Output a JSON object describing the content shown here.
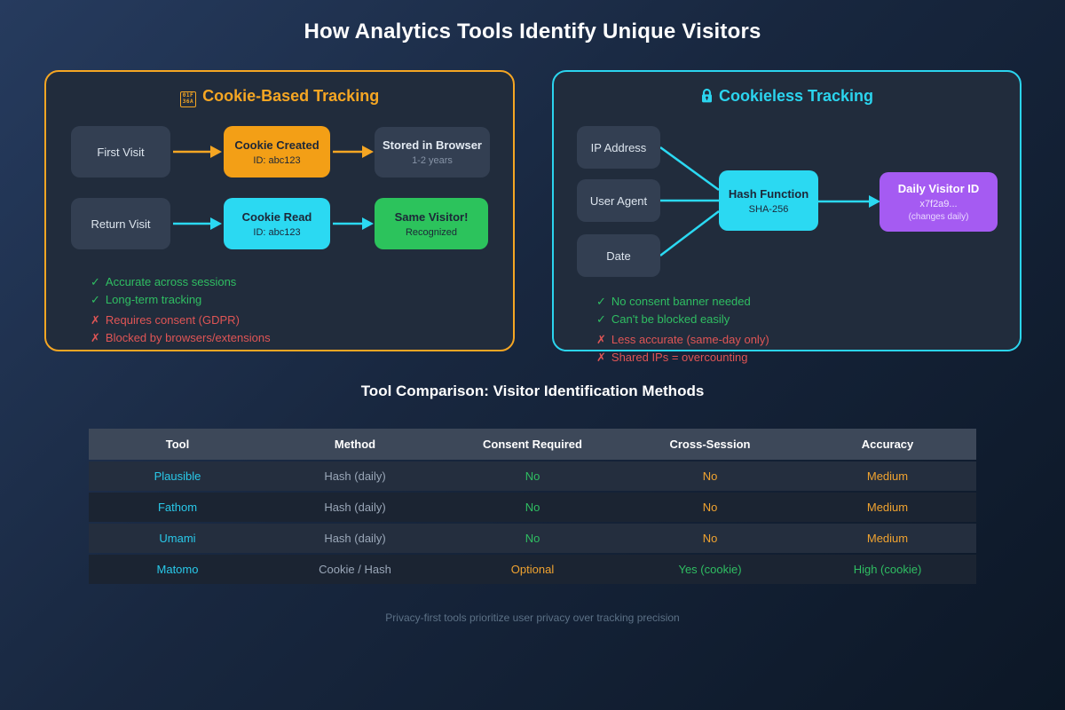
{
  "page_title": "How Analytics Tools Identify Unique Visitors",
  "marks": {
    "check": "✓",
    "cross": "✗"
  },
  "cookie_panel": {
    "title": "Cookie-Based Tracking",
    "icon": {
      "name": "cookie-emoji-missing-glyph",
      "hex_top": "01F",
      "hex_bottom": "36A"
    },
    "flow_row1": {
      "start": "First Visit",
      "mid_title": "Cookie Created",
      "mid_sub": "ID: abc123",
      "end_title": "Stored in Browser",
      "end_sub": "1-2 years"
    },
    "flow_row2": {
      "start": "Return Visit",
      "mid_title": "Cookie Read",
      "mid_sub": "ID: abc123",
      "end_title": "Same Visitor!",
      "end_sub": "Recognized"
    },
    "pros": [
      "Accurate across sessions",
      "Long-term tracking"
    ],
    "cons": [
      "Requires consent (GDPR)",
      "Blocked by browsers/extensions"
    ]
  },
  "cookieless_panel": {
    "title": "Cookieless Tracking",
    "icon": "lock-icon",
    "inputs": [
      "IP Address",
      "User Agent",
      "Date"
    ],
    "hash_box": {
      "title": "Hash Function",
      "sub": "SHA-256"
    },
    "output_box": {
      "title": "Daily Visitor ID",
      "sub1": "x7f2a9...",
      "sub2": "(changes daily)"
    },
    "pros": [
      "No consent banner needed",
      "Can't be blocked easily"
    ],
    "cons": [
      "Less accurate (same-day only)",
      "Shared IPs = overcounting"
    ]
  },
  "comparison": {
    "title": "Tool Comparison: Visitor Identification Methods",
    "headers": [
      "Tool",
      "Method",
      "Consent Required",
      "Cross-Session",
      "Accuracy"
    ],
    "rows": [
      {
        "tool": "Plausible",
        "method": "Hash (daily)",
        "consent": "No",
        "consent_color": "green",
        "cross_session": "No",
        "cross_session_color": "orange",
        "accuracy": "Medium",
        "accuracy_color": "orange"
      },
      {
        "tool": "Fathom",
        "method": "Hash (daily)",
        "consent": "No",
        "consent_color": "green",
        "cross_session": "No",
        "cross_session_color": "orange",
        "accuracy": "Medium",
        "accuracy_color": "orange"
      },
      {
        "tool": "Umami",
        "method": "Hash (daily)",
        "consent": "No",
        "consent_color": "green",
        "cross_session": "No",
        "cross_session_color": "orange",
        "accuracy": "Medium",
        "accuracy_color": "orange"
      },
      {
        "tool": "Matomo",
        "method": "Cookie / Hash",
        "consent": "Optional",
        "consent_color": "orange",
        "cross_session": "Yes (cookie)",
        "cross_session_color": "green",
        "accuracy": "High (cookie)",
        "accuracy_color": "green"
      }
    ]
  },
  "footer_note": "Privacy-first tools prioritize user privacy over tracking precision",
  "colors": {
    "background_top_left": "#263b5e",
    "background_bottom_right": "#0c1726",
    "panel_bg": "#212c3c",
    "accent_orange": "#f5a623",
    "accent_cyan": "#2bd4ee",
    "node_slate": "#333f52",
    "node_orange": "#f39f16",
    "node_cyan": "#2bd9f2",
    "node_green": "#2cc35c",
    "node_purple": "#a55bf2",
    "pro_green": "#2fbe62",
    "con_red": "#e05555",
    "table_header_bg": "#3d4859",
    "table_row_a": "#242e3e",
    "table_row_b": "#1b2432",
    "tool_cyan": "#29c9e9",
    "muted_gray": "#9aa7b8",
    "footer_gray": "#5c7186"
  }
}
